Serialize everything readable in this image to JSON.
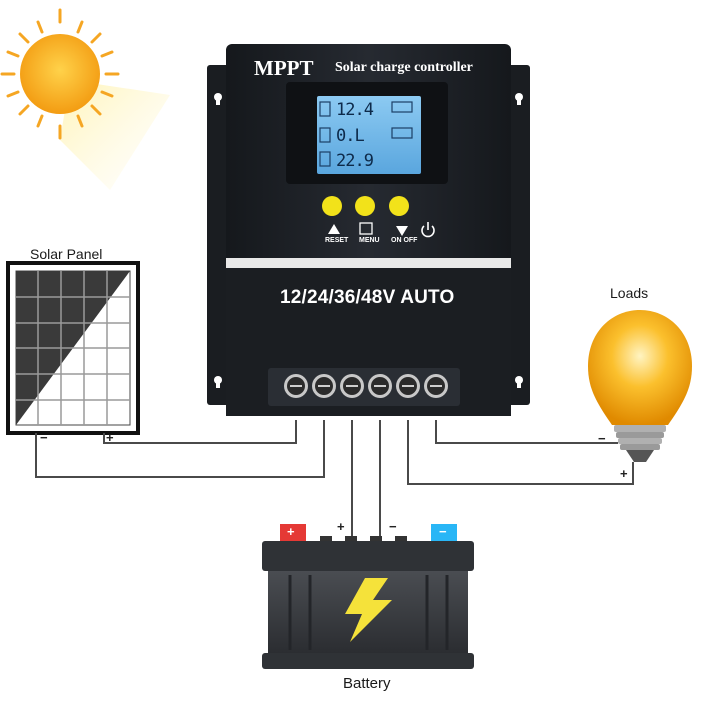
{
  "controller": {
    "brand": "MPPT",
    "title": "Solar charge controller",
    "voltage_label": "12/24/36/48V AUTO",
    "lcd": {
      "row1": "12.4",
      "row2": "0.L",
      "row3": "22.9"
    },
    "buttons": {
      "reset": "RESET",
      "menu": "MENU",
      "onoff": "ON OFF"
    }
  },
  "labels": {
    "solar_panel": "Solar Panel",
    "loads": "Loads",
    "battery": "Battery"
  },
  "polarity": {
    "minus": "−",
    "plus": "+"
  },
  "colors": {
    "controller_body": "#1e2228",
    "lcd_background": "#6fb8e8",
    "button_yellow": "#f2e21a",
    "battery_body": "#3a3d42",
    "bolt": "#f5e23a",
    "terminal_red": "#e53935",
    "terminal_blue": "#29b6f6",
    "sun": "#f5a623",
    "bulb": "#f7b21b"
  }
}
